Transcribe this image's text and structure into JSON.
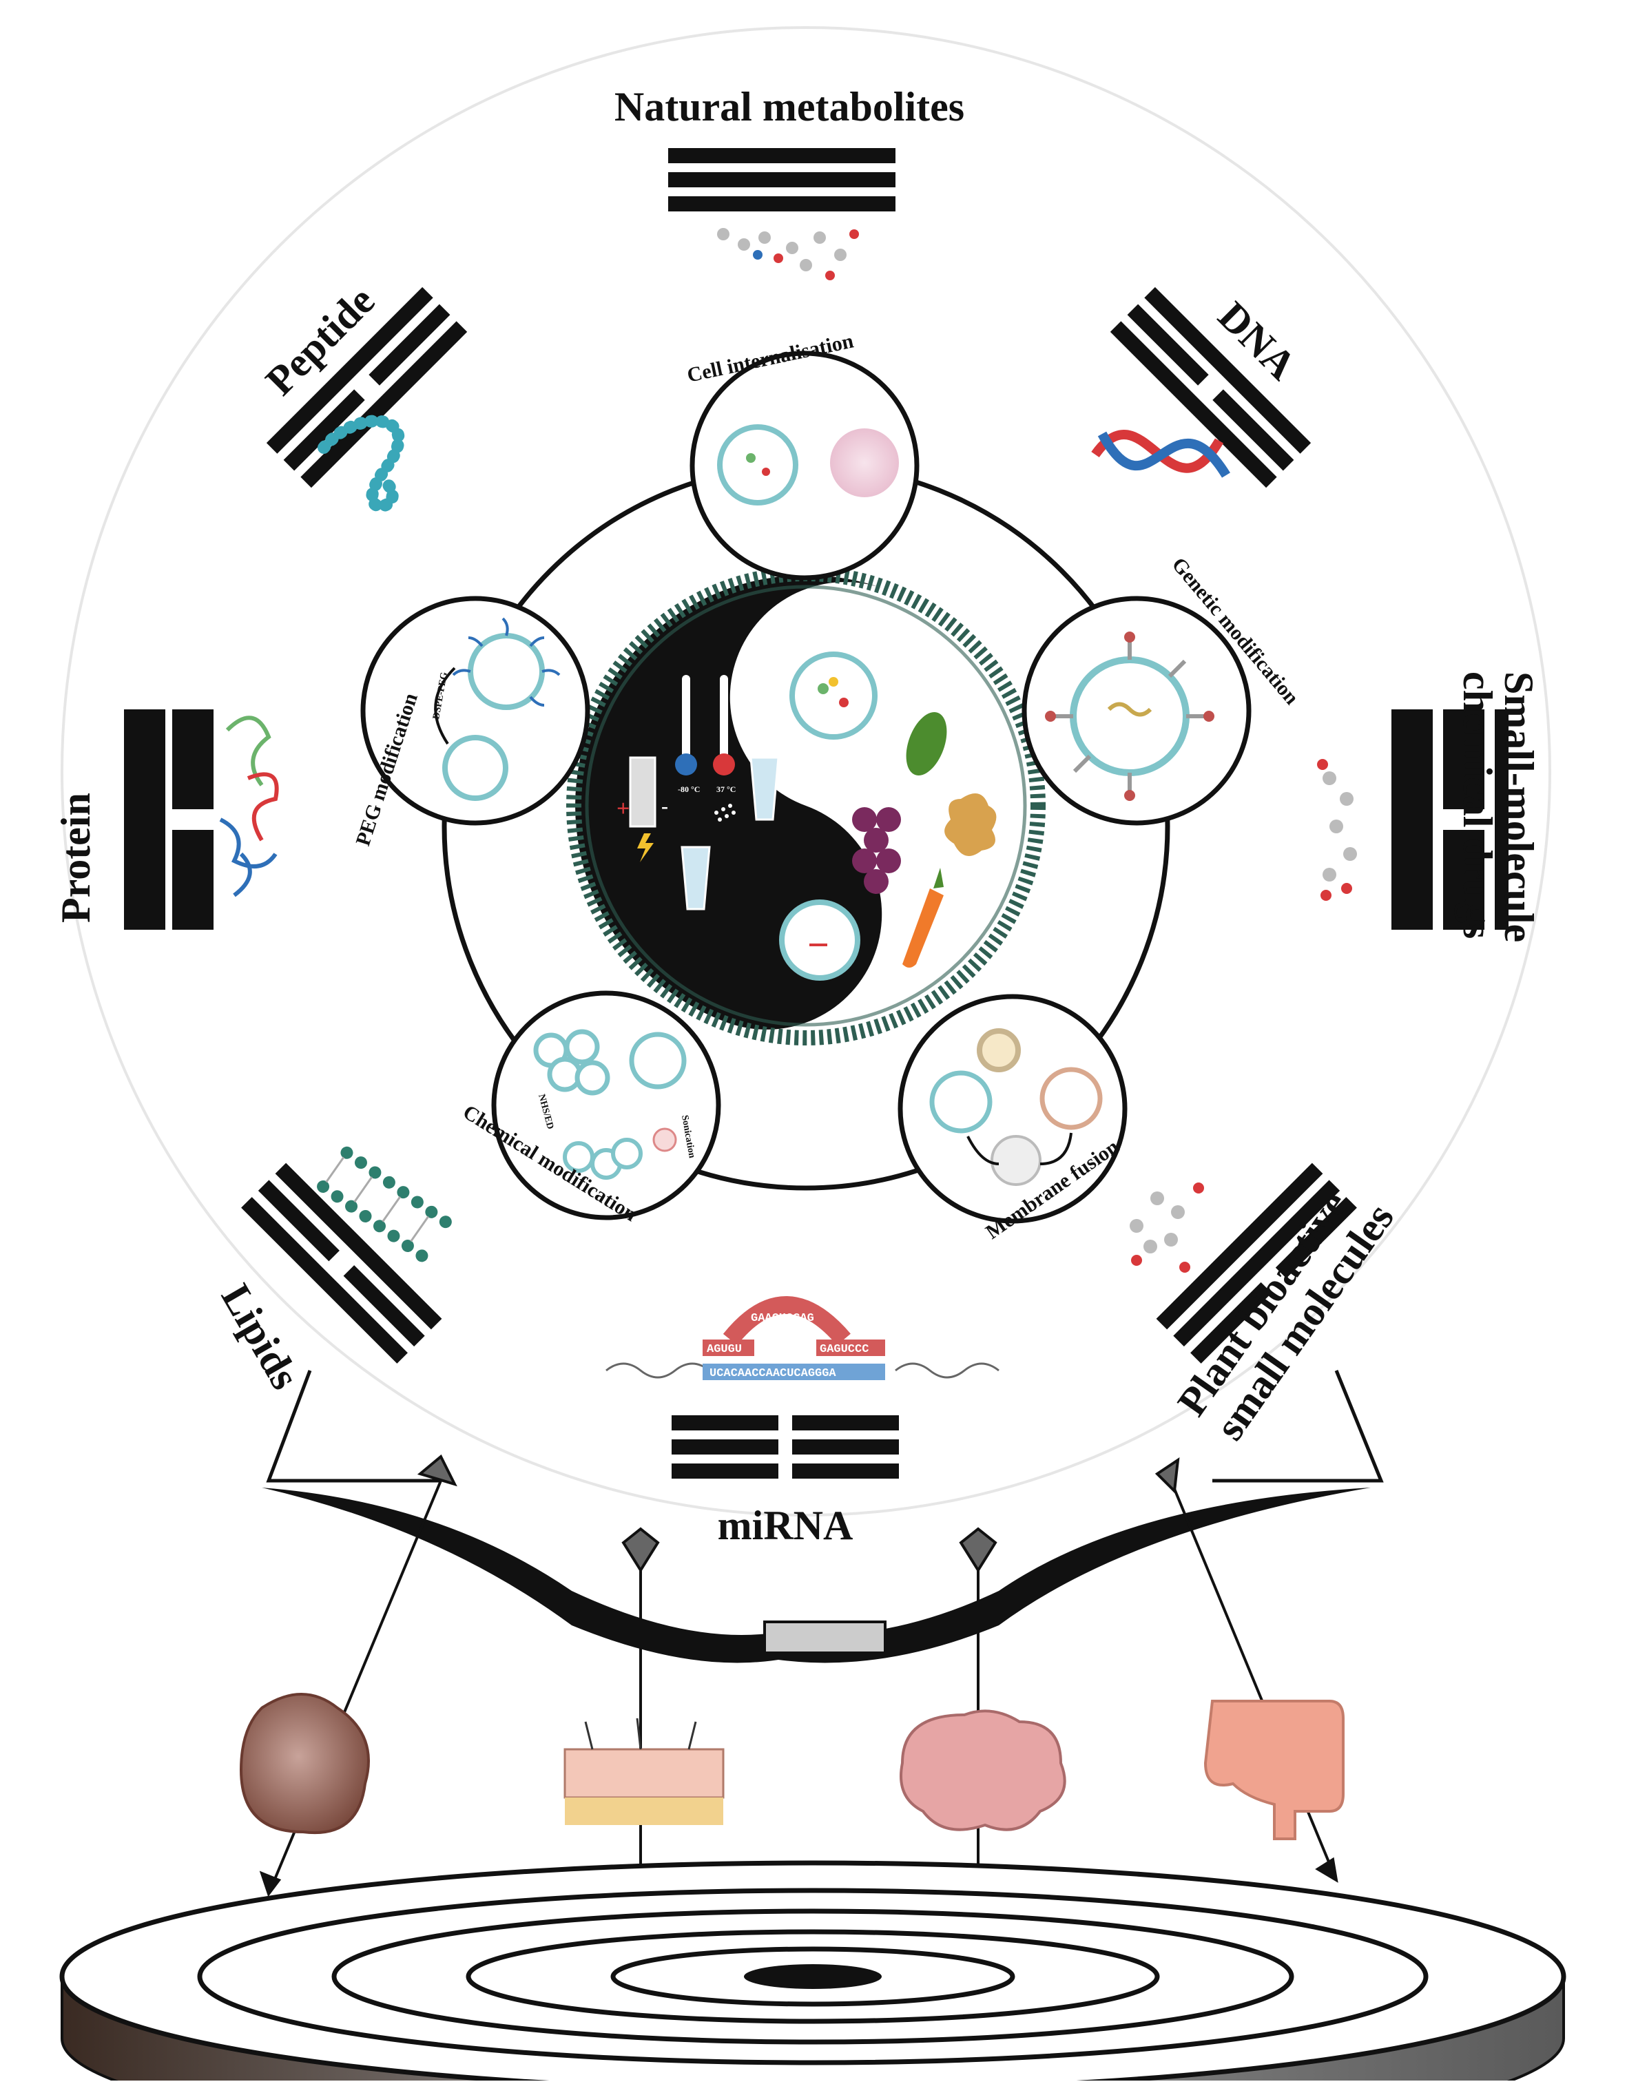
{
  "diagram": {
    "cargo_labels": {
      "natural_metabolites": "Natural metabolites",
      "dna": "DNA",
      "small_molecule_line1": "Small-molecule",
      "small_molecule_line2": "chemical drugs",
      "plant_line1": "Plant bioactive",
      "plant_line2": "small molecules",
      "mirna": "miRNA",
      "lipids": "Lipids",
      "protein": "Protein",
      "peptide": "Peptide"
    },
    "modification_labels": {
      "cell_internalisation": "Cell internalisation",
      "genetic_modification": "Genetic modification",
      "membrane_fusion": "Membrane fusion",
      "chemical_modification": "Chemical modification",
      "peg_modification": "PEG modification"
    },
    "inset_labels": {
      "dspe_peg": "DSPE-PEG",
      "nhs_ed": "NHS/ED",
      "sonication": "Sonication",
      "temp_cold": "-80 °C",
      "temp_warm": "37 °C"
    },
    "rna_sequence": {
      "loop_top": "GAACUCCAG",
      "left_stem": "AGUGU",
      "right_stem": "GAGUCCC",
      "bottom_strand": "UCACAACCAACUCAGGGA"
    },
    "colors": {
      "black": "#111111",
      "membrane_green": "#2e5e52",
      "vesicle_blue": "#7fc4c9",
      "dna_red": "#d8383a",
      "dna_blue": "#2e6fb8",
      "rna_red": "#d35a5a",
      "rna_blue": "#6fa3d6",
      "tissue_pink": "#d99a8e",
      "target_dark": "#3a2a22"
    },
    "icons": [
      "molecule-icon",
      "dna-helix-icon",
      "peptide-chain-icon",
      "protein-fold-icon",
      "lipid-bilayer-icon",
      "rna-hairpin-icon",
      "tumor-cell-icon",
      "skin-icon",
      "brain-icon",
      "intestine-icon",
      "bow-icon",
      "arrow-icon",
      "target-icon"
    ]
  }
}
